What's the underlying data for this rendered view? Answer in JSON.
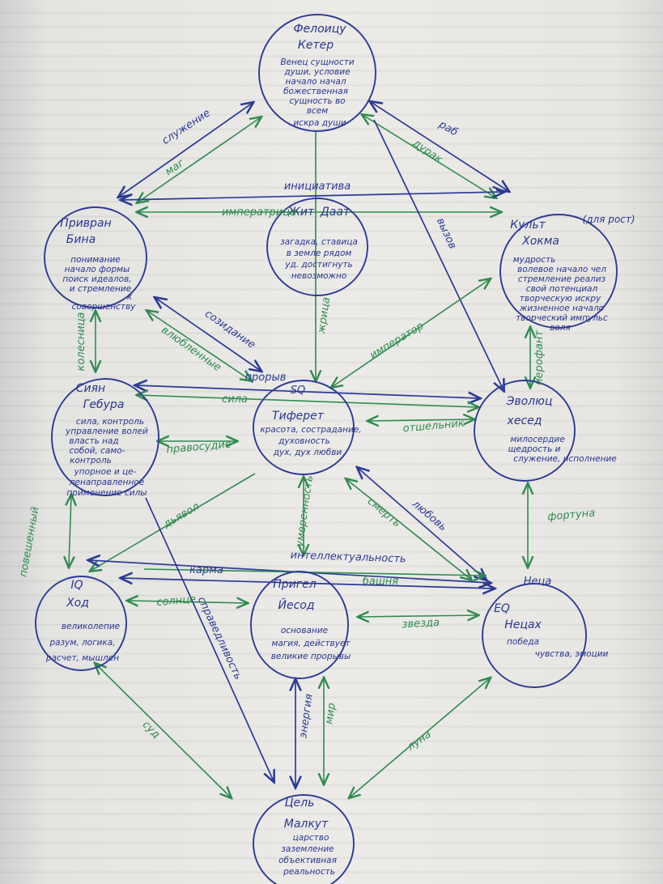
{
  "colors": {
    "paper": "#e9e8e4",
    "ink_blue": "#2d3a96",
    "ink_green": "#2e8b4e"
  },
  "nodes": {
    "keter": {
      "tag": "Фелоицу",
      "name": "Кетер",
      "lines": [
        "Венец сущности",
        "души, условие",
        "начало начал",
        "божественная",
        "сущность во",
        "всем",
        "искра души"
      ]
    },
    "bina": {
      "tag": "Привран",
      "name": "Бина",
      "lines": [
        "понимание",
        "начало формы",
        "поиск идеалов,",
        "и стремление",
        "к",
        "совершенству"
      ]
    },
    "daat": {
      "tag": "Жит",
      "name": "Даат",
      "lines": [
        "загадка, ставица",
        "в земле рядом",
        "уд. достигнуть",
        "невозможно"
      ]
    },
    "hokhma": {
      "tag": "Культ",
      "note": "(для рост)",
      "name": "Хокма",
      "lines": [
        "мудрость",
        "волевое начало чел",
        "стремление реализ",
        "свой потенциал",
        "творческую искру",
        "жизненное начало",
        "творческий импульс",
        "воля"
      ]
    },
    "gevurah": {
      "tag": "Сиян",
      "name": "Гебура",
      "lines": [
        "сила, контроль",
        "управление волей",
        "власть над",
        "собой, само-",
        "контроль",
        "упорное и це-",
        "ленаправленное",
        "применение силы"
      ]
    },
    "tiferet": {
      "tag": "SQ",
      "name": "Тиферет",
      "lines": [
        "красота, сострадание,",
        "духовность",
        "дух, дух любви"
      ]
    },
    "hesed": {
      "tag": "Эволюц",
      "name": "хесед",
      "lines": [
        "милосердие",
        "щедрость и",
        "служение, исполнение"
      ]
    },
    "hod": {
      "tag": "IQ",
      "name": "Ход",
      "lines": [
        "великолепие",
        "разум, логика,",
        "расчет, мышлен"
      ]
    },
    "yesod": {
      "tag": "Пригел",
      "name": "Йесод",
      "lines": [
        "основание",
        "магия, действует",
        "великие прорывы"
      ]
    },
    "netzach": {
      "tag": "EQ",
      "name": "Нецах",
      "short": "Неца",
      "lines": [
        "победа",
        "чувства, эмоции"
      ]
    },
    "malkhut": {
      "tag": "Цель",
      "name": "Малкут",
      "lines": [
        "царство",
        "заземление",
        "объективная",
        "реальность"
      ]
    }
  },
  "paths": {
    "sluzhenie": "служение",
    "mag": "маг",
    "rab": "раб",
    "durak": "дурак",
    "iniciativa": "инициатива",
    "imperatrica": "императрица",
    "zhrica": "жрица",
    "vyzov": "вызов",
    "imperator": "император",
    "ierofant": "иерофант",
    "sozidanie": "созидание",
    "vlyublennye": "влюбленные",
    "kolesnica": "колесница",
    "proryv": "прорыв",
    "sila": "сила",
    "pravosudie": "правосудие",
    "otshelnik": "отшельник",
    "fortuna": "фортуна",
    "poveshennyi": "повешенный",
    "dyavol": "дьявол",
    "umerennost": "умеренность",
    "smert": "смерть",
    "lyubov": "любовь",
    "intellekt": "интеллектуальность",
    "karma": "карма",
    "bashnya": "башня",
    "solnce": "солнце",
    "zvezda": "звезда",
    "spravedlivost": "справедливость",
    "sud": "суд",
    "energiya": "энергия",
    "mir": "мир",
    "luna": "луна"
  }
}
